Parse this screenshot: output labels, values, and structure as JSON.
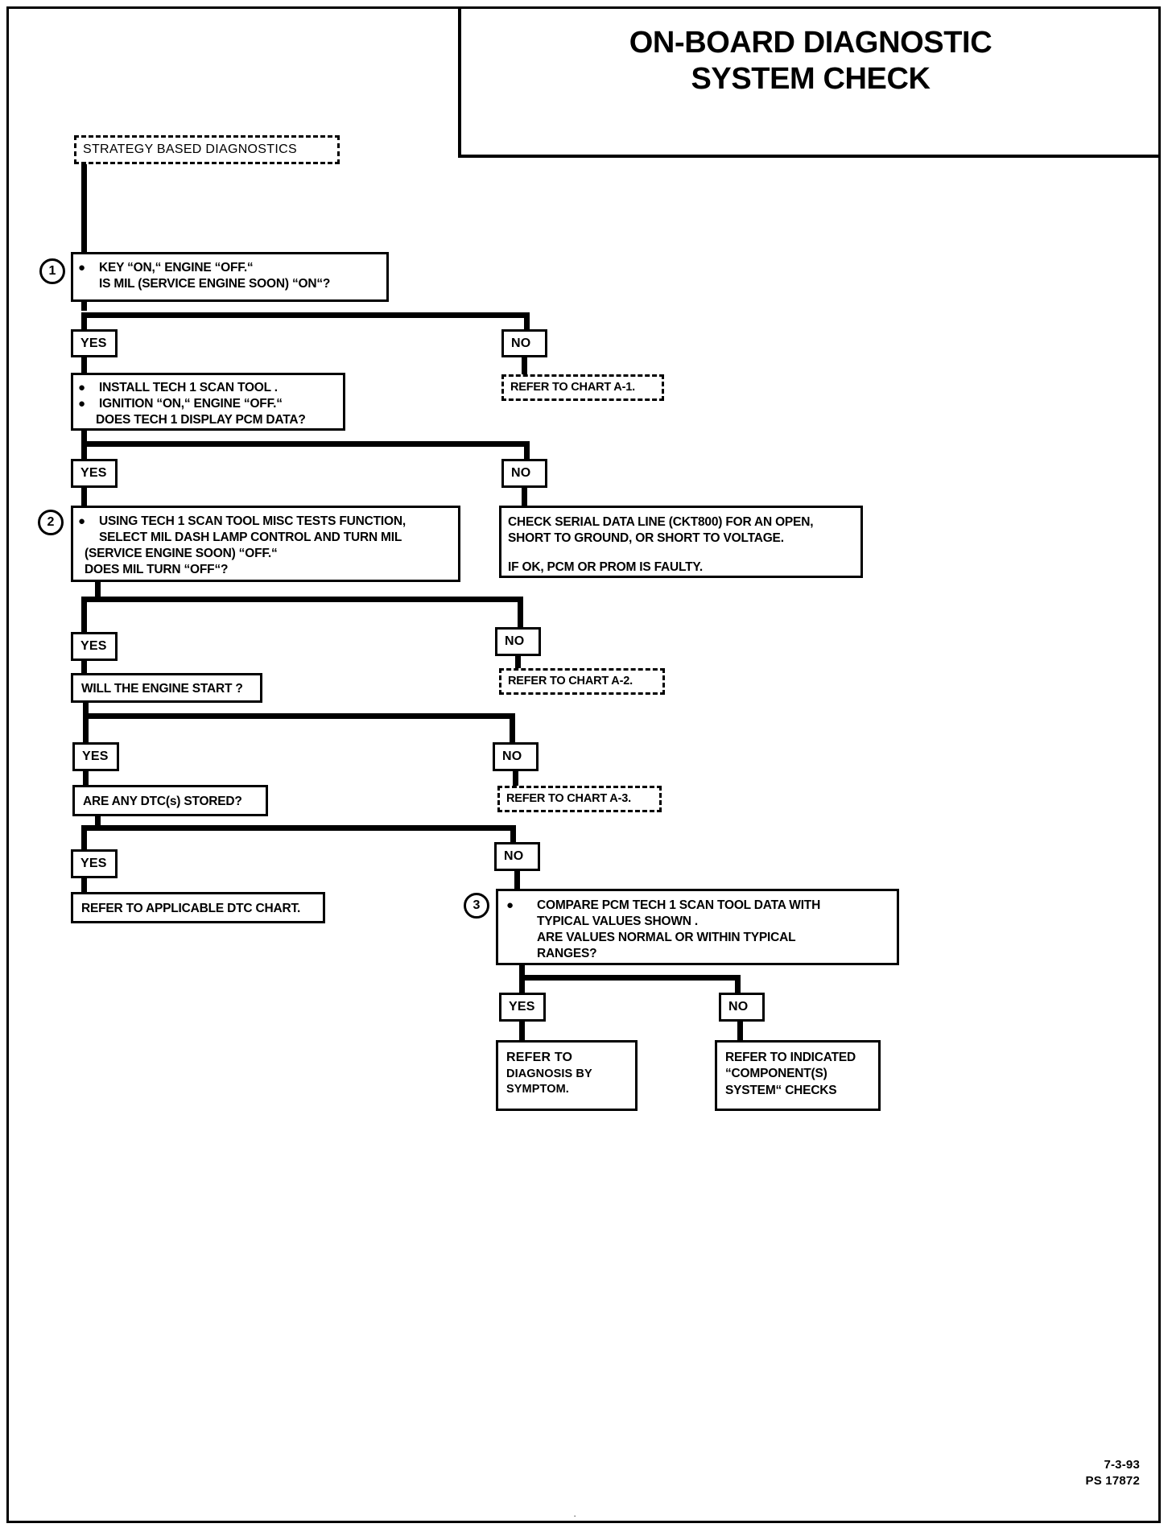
{
  "title": "ON-BOARD DIAGNOSTIC\nSYSTEM CHECK",
  "start_box": {
    "label": "STRATEGY BASED DIAGNOSTICS"
  },
  "steps": [
    {
      "number": "1",
      "bullet_text": "KEY “ON,“ ENGINE “OFF.“\nIS MIL (SERVICE ENGINE SOON) “ON“?"
    },
    {
      "number": "2",
      "bullet_text": "USING  TECH 1 SCAN TOOL   MISC TESTS FUNCTION,\n SELECT   MIL DASH LAMP CONTROL AND TURN MIL",
      "extra_text": "(SERVICE ENGINE SOON) “OFF.“\nDOES MIL TURN “OFF“?"
    },
    {
      "number": "3",
      "bullet_text": "COMPARE PCM TECH 1 SCAN TOOL DATA WITH\nTYPICAL  VALUES SHOWN .\nARE VALUES NORMAL OR WITHIN TYPICAL\nRANGES?"
    }
  ],
  "boxes": {
    "install_tech1": {
      "bullet1": "INSTALL  TECH 1 SCAN TOOL .",
      "bullet2": "IGNITION “ON,“ ENGINE “OFF.“",
      "line3": "DOES TECH 1 DISPLAY PCM DATA?"
    },
    "refer_chart_a1": "REFER TO CHART A-1.",
    "check_serial": "CHECK SERIAL DATA LINE (CKT800) FOR AN OPEN,\nSHORT TO GROUND, OR SHORT TO VOLTAGE.",
    "check_serial2": "IF OK, PCM OR PROM IS FAULTY.",
    "refer_chart_a2": "REFER TO CHART A-2.",
    "engine_start": "WILL THE ENGINE START ?",
    "refer_chart_a3": "REFER TO CHART A-3.",
    "dtc_stored": "ARE ANY DTC(s) STORED?",
    "refer_dtc_chart": "REFER TO APPLICABLE DTC CHART.",
    "refer_diagnosis_head": "REFER TO",
    "refer_diagnosis_body": " DIAGNOSIS BY\nSYMPTOM.",
    "refer_component": "REFER TO INDICATED\n“COMPONENT(S)\nSYSTEM“ CHECKS"
  },
  "branches": {
    "yes": "YES",
    "no": "NO"
  },
  "footer": "7-3-93\nPS 17872"
}
